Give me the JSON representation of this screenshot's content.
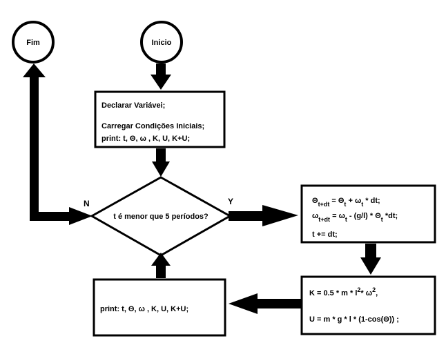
{
  "start": {
    "label": "Inicio"
  },
  "end": {
    "label": "Fim"
  },
  "init_box": {
    "line1": "Declarar Variávei;",
    "line2": "Carregar Condições Iniciais;",
    "line3": "print: t,  Θ,   ω ,  K,  U,  K+U;"
  },
  "decision": {
    "question": "t é menor que 5 períodos?",
    "yes_label": "Y",
    "no_label": "N"
  },
  "update_box": {
    "theta_lhs": "Θ",
    "theta_lhs_sub": "t+dt",
    "theta_eq": " =  Θ",
    "theta_sub": "t",
    "theta_rest": "  + ω",
    "theta_rest_sub": "t",
    "theta_tail": "  * dt;",
    "omega_lhs": "ω",
    "omega_lhs_sub": "t+dt",
    "omega_eq": " = ω",
    "omega_sub": "t",
    "omega_rest": "  - (g/l) * Θ",
    "omega_rest_sub": "t",
    "omega_tail": " *dt;",
    "time_line": "t += dt;"
  },
  "energy_box": {
    "k_line": "K  =  0.5  *  m  *  l",
    "k_sup1": "2",
    "k_mid": "*   ω",
    "k_sup2": "2",
    "k_tail": ",",
    "u_line": "U = m * g * l * (1-cos(Θ)) ;"
  },
  "print_box": {
    "text": "print: t, Θ, ω , K,  U, K+U;"
  }
}
